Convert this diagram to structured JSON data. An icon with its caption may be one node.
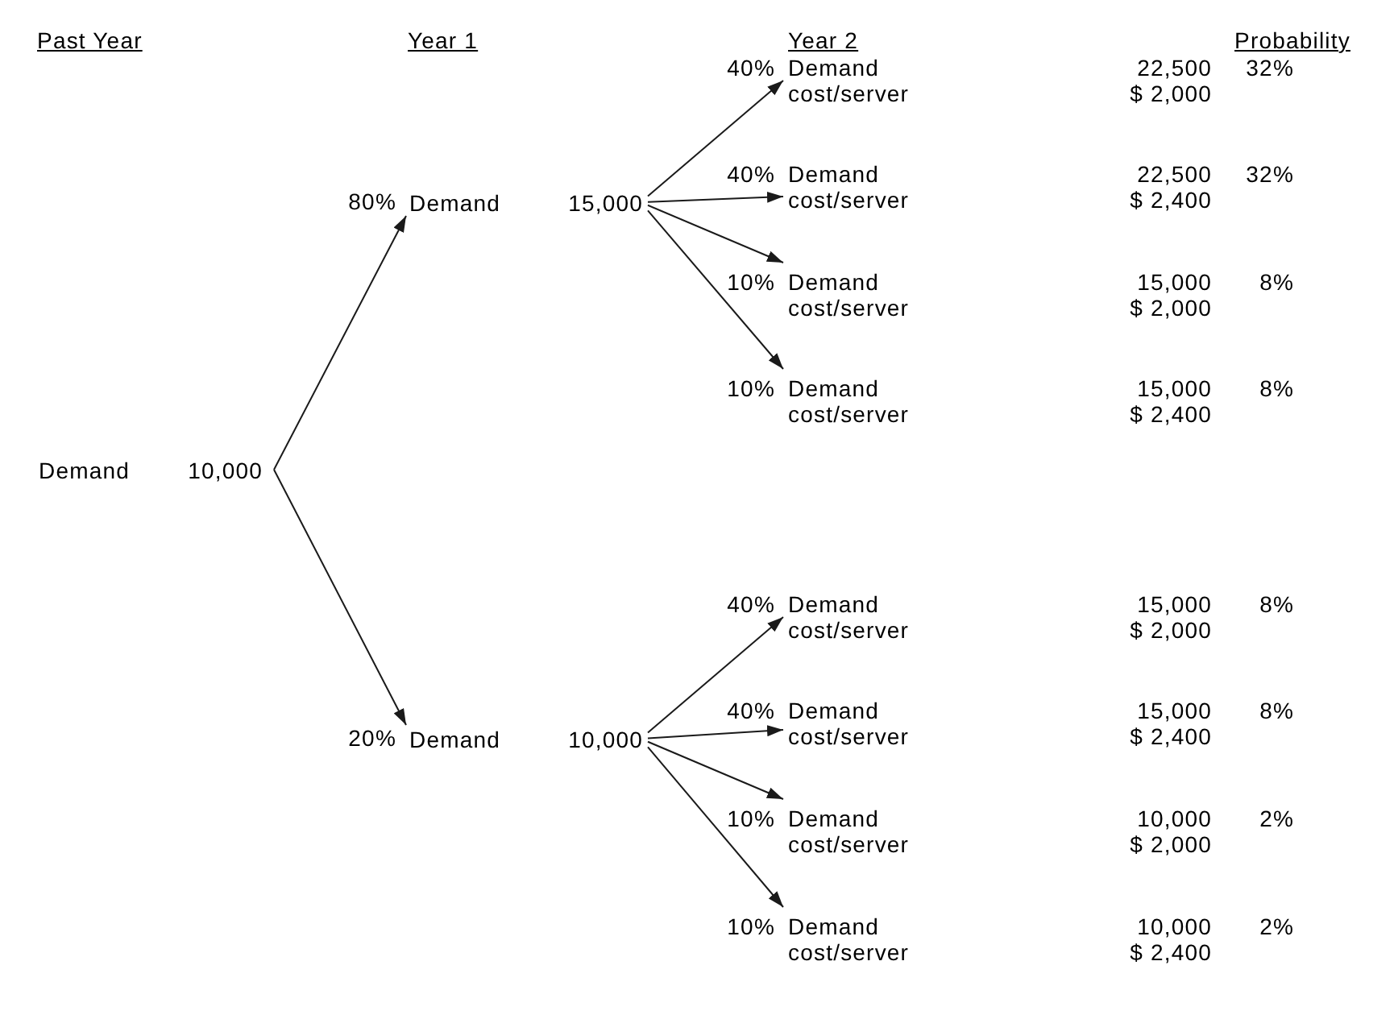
{
  "diagram": {
    "nodes": [
      {
        "text": [
          "Demand",
          "10,000"
        ]
      },
      {
        "text": [
          "Demand",
          "15,000"
        ]
      },
      {
        "text": [
          "Demand",
          "cost/server"
        ],
        "beside": [
          "22,500",
          "$ 2,000",
          "32%"
        ]
      },
      {
        "text": [
          "Demand",
          "cost/server"
        ],
        "beside": [
          "22,500",
          "$ 2,400",
          "32%"
        ]
      },
      {
        "text": [
          "Demand",
          "cost/server"
        ],
        "beside": [
          "15,000",
          "$ 2,000",
          "8%"
        ]
      },
      {
        "text": [
          "Demand",
          "cost/server"
        ],
        "beside": [
          "15,000",
          "$ 2,400",
          "8%"
        ]
      },
      {
        "text": [
          "Demand",
          "10,000"
        ]
      },
      {
        "text": [
          "Demand",
          "cost/server"
        ],
        "beside": [
          "15,000",
          "$ 2,000",
          "8%"
        ]
      },
      {
        "text": [
          "Demand",
          "cost/server"
        ],
        "beside": [
          "15,000",
          "$ 2,400",
          "8%"
        ]
      },
      {
        "text": [
          "Demand",
          "cost/server"
        ],
        "beside": [
          "10,000",
          "$ 2,000",
          "2%"
        ]
      },
      {
        "text": [
          "Demand",
          "cost/server"
        ],
        "beside": [
          "10,000",
          "$ 2,400",
          "2%"
        ]
      }
    ],
    "edges": [
      {
        "from": 0,
        "to": 1,
        "arrow": "to",
        "label": "80%"
      },
      {
        "from": 1,
        "to": 2,
        "arrow": "to",
        "label": "40%"
      },
      {
        "from": 1,
        "to": 3,
        "arrow": "to",
        "label": "40%"
      },
      {
        "from": 1,
        "to": 4,
        "arrow": "to",
        "label": "10%"
      },
      {
        "from": 1,
        "to": 5,
        "arrow": "to",
        "label": "10%"
      },
      {
        "from": 0,
        "to": 6,
        "arrow": "to",
        "label": "20%"
      },
      {
        "from": 6,
        "to": 7,
        "arrow": "to",
        "label": "40%"
      },
      {
        "from": 6,
        "to": 8,
        "arrow": "to",
        "label": "40%"
      },
      {
        "from": 6,
        "to": 9,
        "arrow": "to",
        "label": "10%"
      },
      {
        "from": 6,
        "to": 10,
        "arrow": "to",
        "label": "10%"
      }
    ],
    "labels": [
      "Past Year",
      "Year 1",
      "Year 2",
      "Probability"
    ]
  }
}
